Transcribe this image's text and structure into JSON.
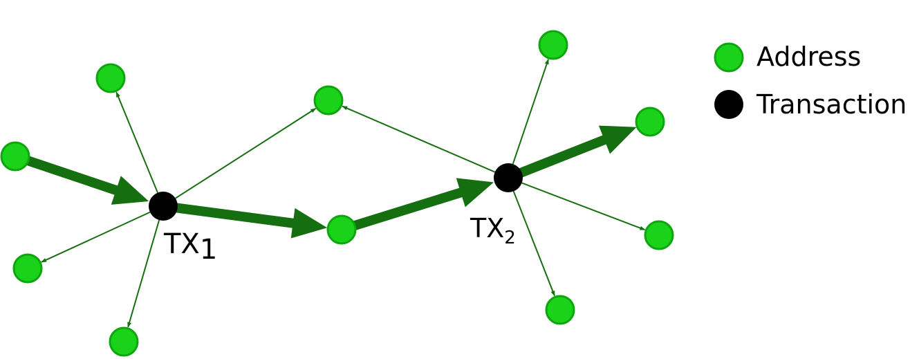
{
  "colors": {
    "address_fill": "#19d219",
    "address_stroke": "#0fa50f",
    "transaction_fill": "#000000",
    "edge": "#156e0f"
  },
  "legend": {
    "address_label": "Address",
    "transaction_label": "Transaction"
  },
  "transactions": [
    {
      "id": "tx1",
      "label_base": "TX",
      "label_sub": "1"
    },
    {
      "id": "tx2",
      "label_base": "TX",
      "label_sub": "2"
    }
  ],
  "edges": [
    {
      "from": "a_left",
      "to": "tx1",
      "weight": "heavy"
    },
    {
      "from": "tx1",
      "to": "a_mid",
      "weight": "heavy"
    },
    {
      "from": "a_mid",
      "to": "tx2",
      "weight": "heavy"
    },
    {
      "from": "tx2",
      "to": "a_right_top",
      "weight": "heavy"
    },
    {
      "from": "tx1",
      "to": "a_top_left",
      "weight": "light"
    },
    {
      "from": "tx1",
      "to": "a_center_top",
      "weight": "light"
    },
    {
      "from": "tx1",
      "to": "a_bottom_left",
      "weight": "light"
    },
    {
      "from": "tx1",
      "to": "a_bottom",
      "weight": "light"
    },
    {
      "from": "tx2",
      "to": "a_center_top",
      "weight": "light"
    },
    {
      "from": "tx2",
      "to": "a_top_right",
      "weight": "light"
    },
    {
      "from": "tx2",
      "to": "a_right_mid",
      "weight": "light"
    },
    {
      "from": "tx2",
      "to": "a_bottom_right",
      "weight": "light"
    }
  ]
}
